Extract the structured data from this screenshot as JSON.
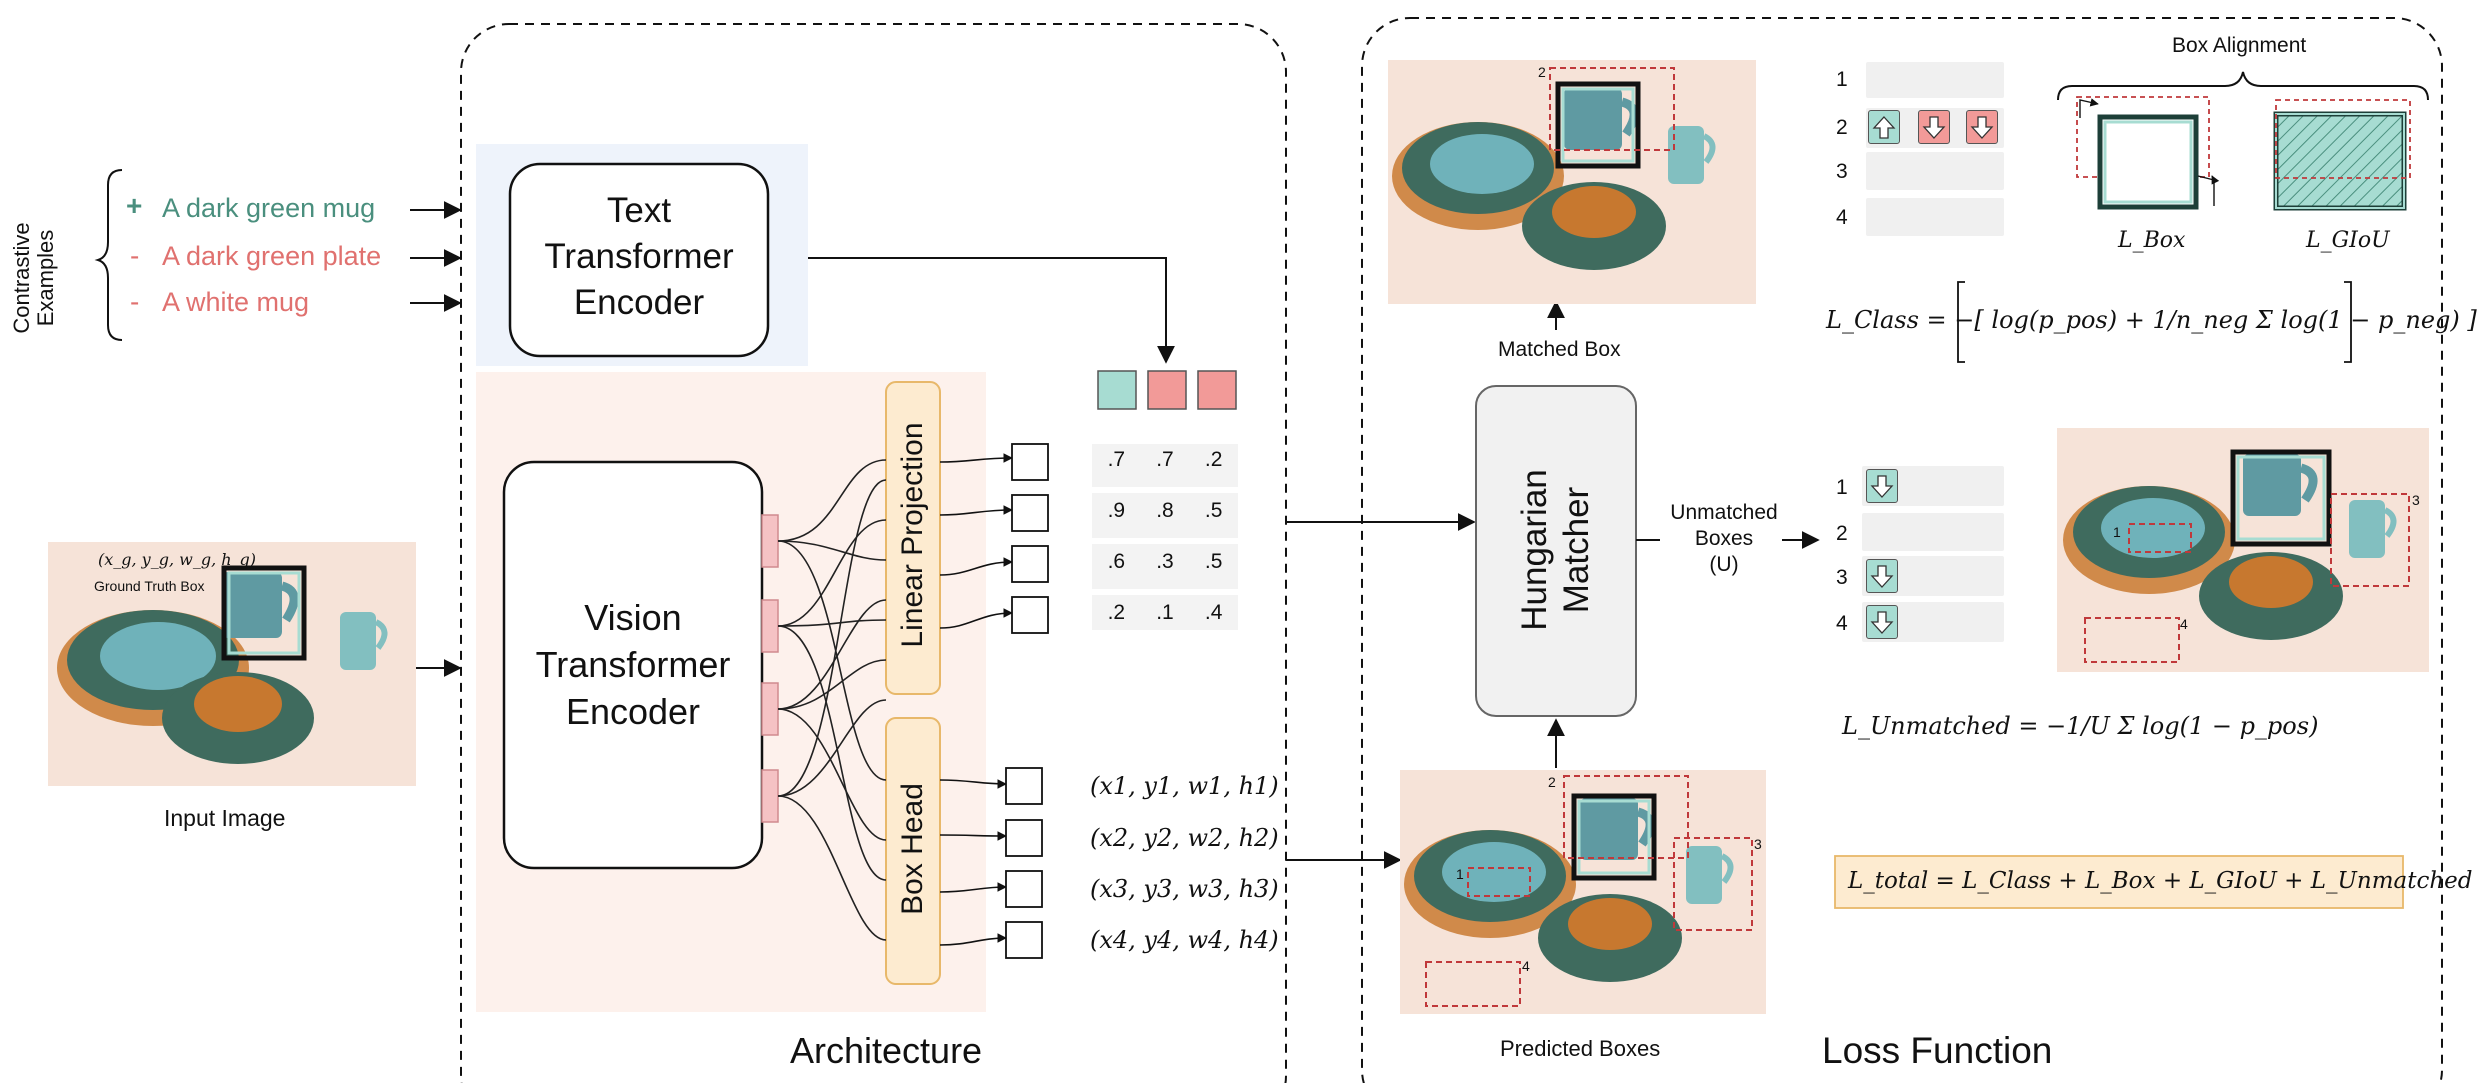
{
  "contrastive": {
    "title": "Contrastive Examples",
    "items": [
      {
        "sign": "+",
        "text": "A dark green mug"
      },
      {
        "sign": "-",
        "text": "A dark green plate"
      },
      {
        "sign": "-",
        "text": "A white mug"
      }
    ]
  },
  "input_image": {
    "caption": "Input Image",
    "gt_formula": "(x_g, y_g, w_g, h_g)",
    "gt_label": "Ground Truth Box"
  },
  "architecture": {
    "label": "Architecture",
    "text_encoder": [
      "Text",
      "Transformer",
      "Encoder"
    ],
    "vision_encoder": [
      "Vision",
      "Transformer",
      "Encoder"
    ],
    "linear_projection": "Linear Projection",
    "box_head": "Box Head",
    "scores": [
      [
        ".7",
        ".7",
        ".2"
      ],
      [
        ".9",
        ".8",
        ".5"
      ],
      [
        ".6",
        ".3",
        ".5"
      ],
      [
        ".2",
        ".1",
        ".4"
      ]
    ],
    "box_outputs": [
      "(x1, y1, w1, h1)",
      "(x2, y2, w2, h2)",
      "(x3, y3, w3, h3)",
      "(x4, y4, w4, h4)"
    ]
  },
  "loss": {
    "label": "Loss Function",
    "matcher": [
      "Hungarian",
      "Matcher"
    ],
    "matched_box": "Matched Box",
    "unmatched": [
      "Unmatched",
      "Boxes",
      "(U)"
    ],
    "predicted_boxes": "Predicted Boxes",
    "box_alignment": "Box Alignment",
    "row_numbers": [
      "1",
      "2",
      "3",
      "4"
    ],
    "photo_box_numbers": [
      "1",
      "2",
      "3",
      "4"
    ],
    "l_box": "L_Box",
    "l_giou": "L_GIoU",
    "l_class": "L_Class = −[ log(p_pos) + 1/n_neg Σ log(1 − p_neg) ]",
    "l_unmatched": "L_Unmatched = −1/U Σ log(1 − p_pos)",
    "l_total": "L_total = L_Class + L_Box + L_GIoU + L_Unmatched"
  },
  "colors": {
    "positive": "#4a8f7e",
    "negative": "#e0716f",
    "teal_fill": "#a7dcd2",
    "red_fill": "#f29a98",
    "orange_border": "#e8b86a",
    "orange_fill": "#fdebd0",
    "blue_panel": "#eef3fb",
    "pink_panel": "#fdf1ec"
  }
}
